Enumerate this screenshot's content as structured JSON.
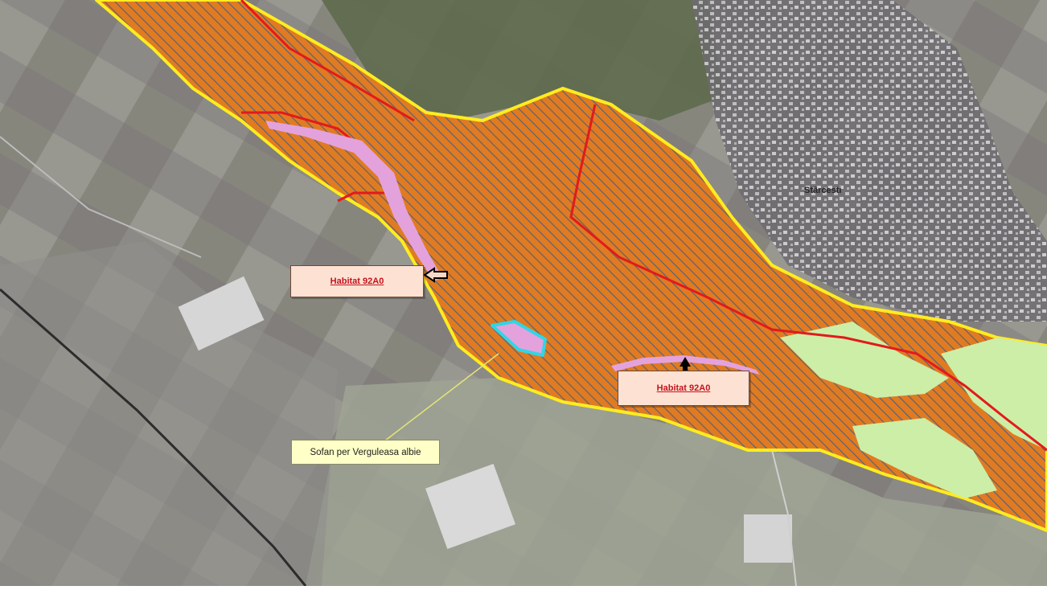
{
  "map": {
    "colors": {
      "habitat_fill": "#e07b22",
      "habitat_hatch": "#5a6275",
      "boundary": "#ffec20",
      "riverbed": "#e31a1c",
      "pink_habitat": "#e4a2dc",
      "cyan_outline": "#2fd6e6",
      "meadow": "#cdeea6"
    },
    "labels": {
      "habitat_1": "Habitat 92A0",
      "habitat_2": "Habitat 92A0",
      "note": "Sofan per Verguleasa albie",
      "village": "Stârcesti"
    },
    "icons": [
      "arrow-left-icon",
      "arrow-up-icon"
    ]
  }
}
